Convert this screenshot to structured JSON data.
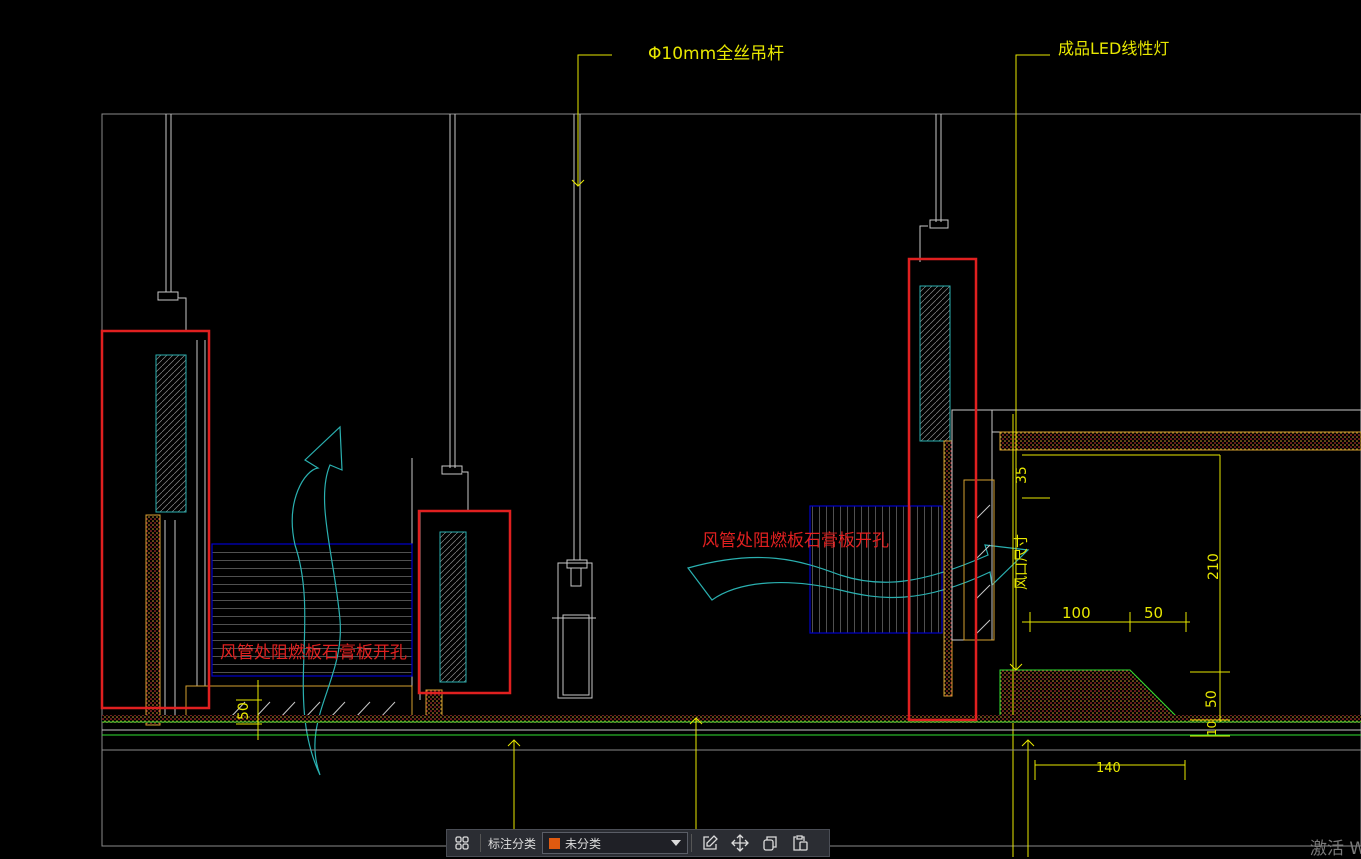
{
  "drawing": {
    "annotations": {
      "rod_callout": "Φ10mm全丝吊杆",
      "led_callout": "成品LED线性灯",
      "duct_note_left": "风管处阻燃板石膏板开孔",
      "duct_note_right": "风管处阻燃板石膏板开孔",
      "vent_size": "风口尺寸"
    },
    "dimensions": {
      "d35": "35",
      "d210": "210",
      "d100": "100",
      "d50_h": "50",
      "d50_v_right": "50",
      "d10": "10",
      "d140": "140",
      "d50_v_left": "50"
    },
    "colors": {
      "annotation": "#e8e800",
      "highlight_box": "#e02020",
      "geometry": "#c0c0c0",
      "board_fill": "#d4a030",
      "duct_outline": "#0000cc",
      "arrow": "#2ab0b0",
      "floor_line": "#30e030"
    }
  },
  "toolbar": {
    "grid_icon": "grid-icon",
    "category_label": "标注分类",
    "category_value": "未分类",
    "category_color": "#e05a10",
    "tools": [
      "edit-icon",
      "move-icon",
      "copy-icon",
      "paste-icon"
    ]
  },
  "watermark": {
    "text": "激活 W"
  }
}
